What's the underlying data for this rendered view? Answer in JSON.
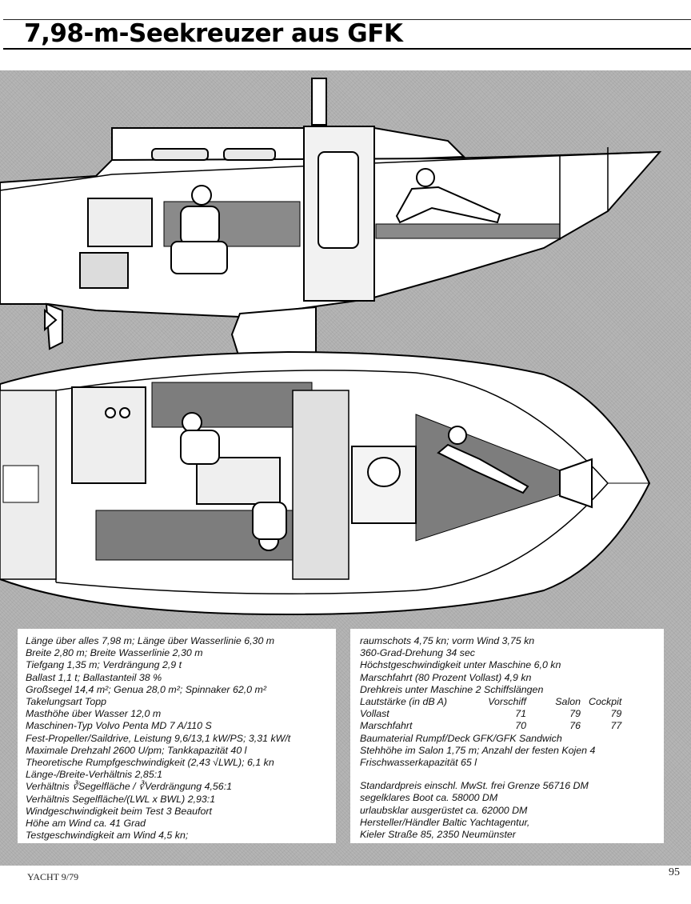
{
  "headline": "7,98-m-Seekreuzer aus GFK",
  "specs_left": [
    "Länge über alles 7,98 m; Länge über Wasserlinie 6,30 m",
    "Breite 2,80 m; Breite Wasserlinie 2,30 m",
    "Tiefgang 1,35 m; Verdrängung 2,9 t",
    "Ballast 1,1 t; Ballastanteil 38 %",
    "Großsegel 14,4 m²; Genua 28,0 m²; Spinnaker 62,0 m²",
    "Takelungsart Topp",
    "Masthöhe über Wasser 12,0 m",
    "Maschinen-Typ Volvo Penta MD 7 A/110 S",
    "Fest-Propeller/Saildrive, Leistung 9,6/13,1 kW/PS; 3,31 kW/t",
    "Maximale Drehzahl 2600 U/pm; Tankkapazität 40 l",
    "Theoretische Rumpfgeschwindigkeit (2,43 √LWL); 6,1 kn",
    "Länge-/Breite-Verhältnis 2,85:1",
    "Verhältnis ∛Segelfläche / ∛Verdrängung 4,56:1",
    "Verhältnis Segelfläche/(LWL x BWL) 2,93:1",
    "Windgeschwindigkeit beim Test 3 Beaufort",
    "Höhe am Wind ca. 41 Grad",
    "Testgeschwindigkeit am Wind 4,5 kn;"
  ],
  "specs_right_top": [
    "raumschots 4,75 kn; vorm Wind 3,75 kn",
    "360-Grad-Drehung 34 sec",
    "Höchstgeschwindigkeit unter Maschine 6,0 kn",
    "Marschfahrt (80 Prozent Vollast) 4,9 kn",
    "Drehkreis unter Maschine 2 Schiffslängen"
  ],
  "noise_table": {
    "header": [
      "Lautstärke (in dB A)",
      "Vorschiff",
      "Salon",
      "Cockpit"
    ],
    "rows": [
      [
        "Vollast",
        "71",
        "79",
        "79"
      ],
      [
        "Marschfahrt",
        "70",
        "76",
        "77"
      ]
    ]
  },
  "specs_right_mid": [
    "Baumaterial Rumpf/Deck GFK/GFK Sandwich",
    "Stehhöhe im Salon 1,75 m; Anzahl der festen Kojen 4",
    "Frischwasserkapazität 65 l"
  ],
  "specs_right_bottom": [
    "Standardpreis einschl. MwSt. frei Grenze 56716 DM",
    "segelklares Boot ca. 58000 DM",
    "urlaubsklar ausgerüstet ca. 62000 DM",
    "Hersteller/Händler Baltic Yachtagentur,",
    "Kieler Straße 85, 2350 Neumünster"
  ],
  "footer": {
    "magazine": "YACHT 9/79",
    "page_number": "95"
  }
}
